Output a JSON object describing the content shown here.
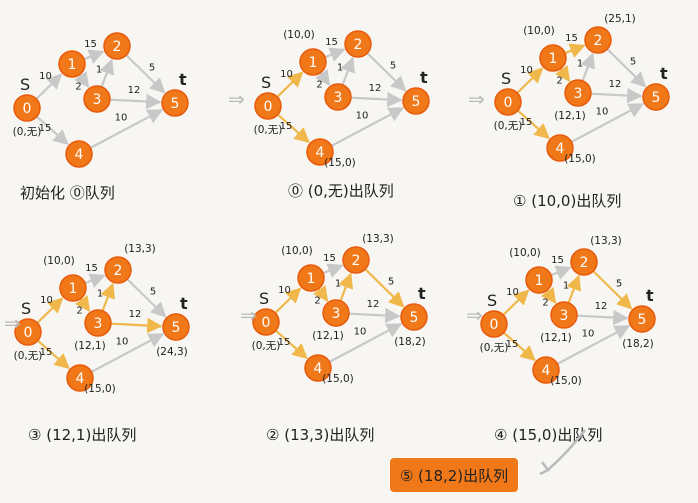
{
  "graph": {
    "source_label": "S",
    "target_label": "t",
    "nodes": [
      "0",
      "1",
      "2",
      "3",
      "4",
      "5"
    ],
    "edges": [
      {
        "from": "0",
        "to": "1",
        "w": "10"
      },
      {
        "from": "0",
        "to": "4",
        "w": "15"
      },
      {
        "from": "1",
        "to": "2",
        "w": "15"
      },
      {
        "from": "1",
        "to": "3",
        "w": "2"
      },
      {
        "from": "3",
        "to": "2",
        "w": "1"
      },
      {
        "from": "3",
        "to": "5",
        "w": "12"
      },
      {
        "from": "2",
        "to": "5",
        "w": "5"
      },
      {
        "from": "4",
        "to": "5",
        "w": "10"
      }
    ]
  },
  "colors": {
    "node_fill": "#f07818",
    "node_ring": "#e85a0c",
    "edge_default": "#c8c8c8",
    "edge_highlight": "#f0b84a",
    "banner_bg": "#f07818",
    "text": "#222222"
  },
  "steps": [
    {
      "caption": "初始化 ⓪队列",
      "highlight": [],
      "labels": {
        "0": "(0,无)"
      }
    },
    {
      "caption": "⓪ (0,无)出队列",
      "highlight": [
        "0-1",
        "0-4"
      ],
      "labels": {
        "0": "(0,无)",
        "1": "(10,0)",
        "4": "(15,0)"
      }
    },
    {
      "caption": "① (10,0)出队列",
      "highlight": [
        "0-1",
        "0-4",
        "1-2",
        "1-3"
      ],
      "labels": {
        "0": "(0,无)",
        "1": "(10,0)",
        "2": "(25,1)",
        "3": "(12,1)",
        "4": "(15,0)"
      }
    },
    {
      "caption": "③ (12,1)出队列",
      "highlight": [
        "0-1",
        "0-4",
        "1-3",
        "3-2",
        "3-5"
      ],
      "labels": {
        "0": "(0,无)",
        "1": "(10,0)",
        "2": "(13,3)",
        "3": "(12,1)",
        "4": "(15,0)",
        "5": "(24,3)"
      }
    },
    {
      "caption": "② (13,3)出队列",
      "highlight": [
        "0-1",
        "0-4",
        "1-3",
        "3-2",
        "2-5"
      ],
      "labels": {
        "0": "(0,无)",
        "1": "(10,0)",
        "2": "(13,3)",
        "3": "(12,1)",
        "4": "(15,0)",
        "5": "(18,2)"
      }
    },
    {
      "caption": "④ (15,0)出队列",
      "highlight": [
        "0-1",
        "0-4",
        "1-3",
        "3-2",
        "2-5"
      ],
      "labels": {
        "0": "(0,无)",
        "1": "(10,0)",
        "2": "(13,3)",
        "3": "(12,1)",
        "4": "(15,0)",
        "5": "(18,2)"
      }
    }
  ],
  "final_banner": "⑤ (18,2)出队列",
  "arrow_glyph": "⇒"
}
